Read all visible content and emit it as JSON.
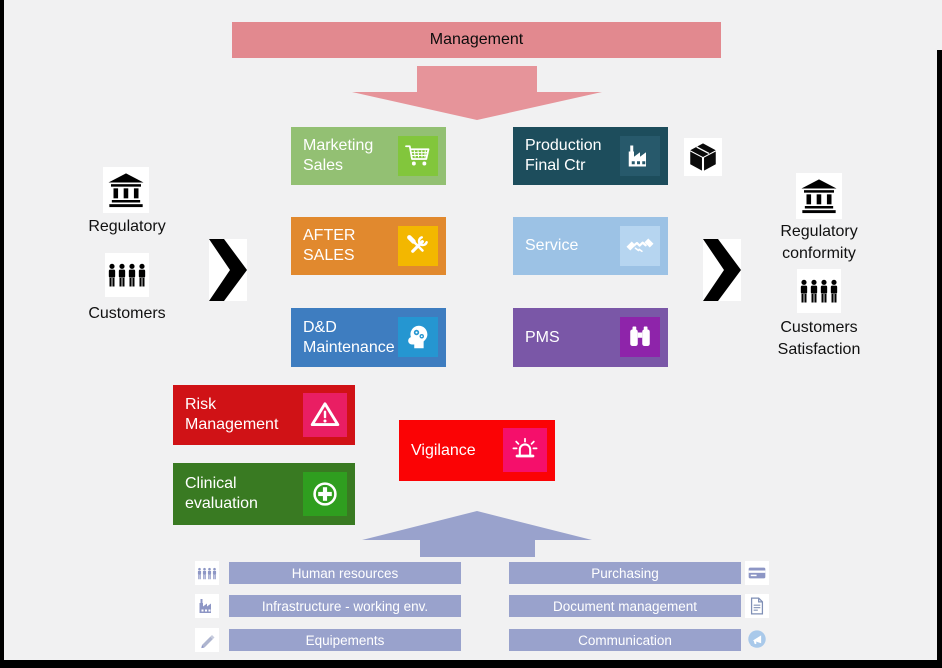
{
  "background_color": "#f1f1f2",
  "frame_color": "#000000",
  "management_banner": {
    "label": "Management",
    "bg": "#e2898f",
    "arrow_color": "#e6949a"
  },
  "inputs": {
    "items": [
      {
        "label": "Regulatory",
        "icon": "bank-icon"
      },
      {
        "label": "Customers",
        "icon": "people-icon"
      }
    ]
  },
  "flow_arrows": {
    "left": "chevron-right-icon",
    "right": "chevron-right-icon"
  },
  "process_boxes": [
    {
      "label": "Marketing\nSales",
      "bg": "#93c073",
      "icon": "shopping-cart-icon",
      "icon_bg": "#82c63c"
    },
    {
      "label": "Production\nFinal Ctr",
      "bg": "#1d4d5c",
      "icon": "factory-icon",
      "icon_bg": "#27596b"
    },
    {
      "label": "AFTER\nSALES",
      "bg": "#e1892e",
      "icon": "tools-icon",
      "icon_bg": "#f3b700"
    },
    {
      "label": "Service",
      "bg": "#9cc2e5",
      "icon": "handshake-icon",
      "icon_bg": "#b6d5f0"
    },
    {
      "label": "D&D\nMaintenance",
      "bg": "#3e7dc0",
      "icon": "head-gears-icon",
      "icon_bg": "#2596d1"
    },
    {
      "label": "PMS",
      "bg": "#7a57a7",
      "icon": "binoculars-icon",
      "icon_bg": "#8e24aa"
    }
  ],
  "package_icon": "package-icon",
  "quality_boxes": [
    {
      "label": "Risk\nManagement",
      "bg": "#d01216",
      "icon": "warning-triangle-icon",
      "icon_bg": "#e91e63"
    },
    {
      "label": "Clinical\nevaluation",
      "bg": "#397a22",
      "icon": "medical-plus-icon",
      "icon_bg": "#2f9e1f"
    },
    {
      "label": "Vigilance",
      "bg": "#fb0305",
      "icon": "siren-icon",
      "icon_bg": "#f50f6b"
    }
  ],
  "outputs": {
    "items": [
      {
        "label": "Regulatory\nconformity",
        "icon": "bank-icon"
      },
      {
        "label": "Customers\nSatisfaction",
        "icon": "people-icon"
      }
    ]
  },
  "support": {
    "arrow_color": "#99a2cc",
    "bar_bg": "#99a2cc",
    "left": [
      {
        "label": "Human resources",
        "icon": "people-icon"
      },
      {
        "label": "Infrastructure - working env.",
        "icon": "factory-icon"
      },
      {
        "label": "Equipements",
        "icon": "pencil-icon"
      }
    ],
    "right": [
      {
        "label": "Purchasing",
        "icon": "credit-card-icon"
      },
      {
        "label": "Document management",
        "icon": "document-icon"
      },
      {
        "label": "Communication",
        "icon": "megaphone-icon"
      }
    ]
  }
}
